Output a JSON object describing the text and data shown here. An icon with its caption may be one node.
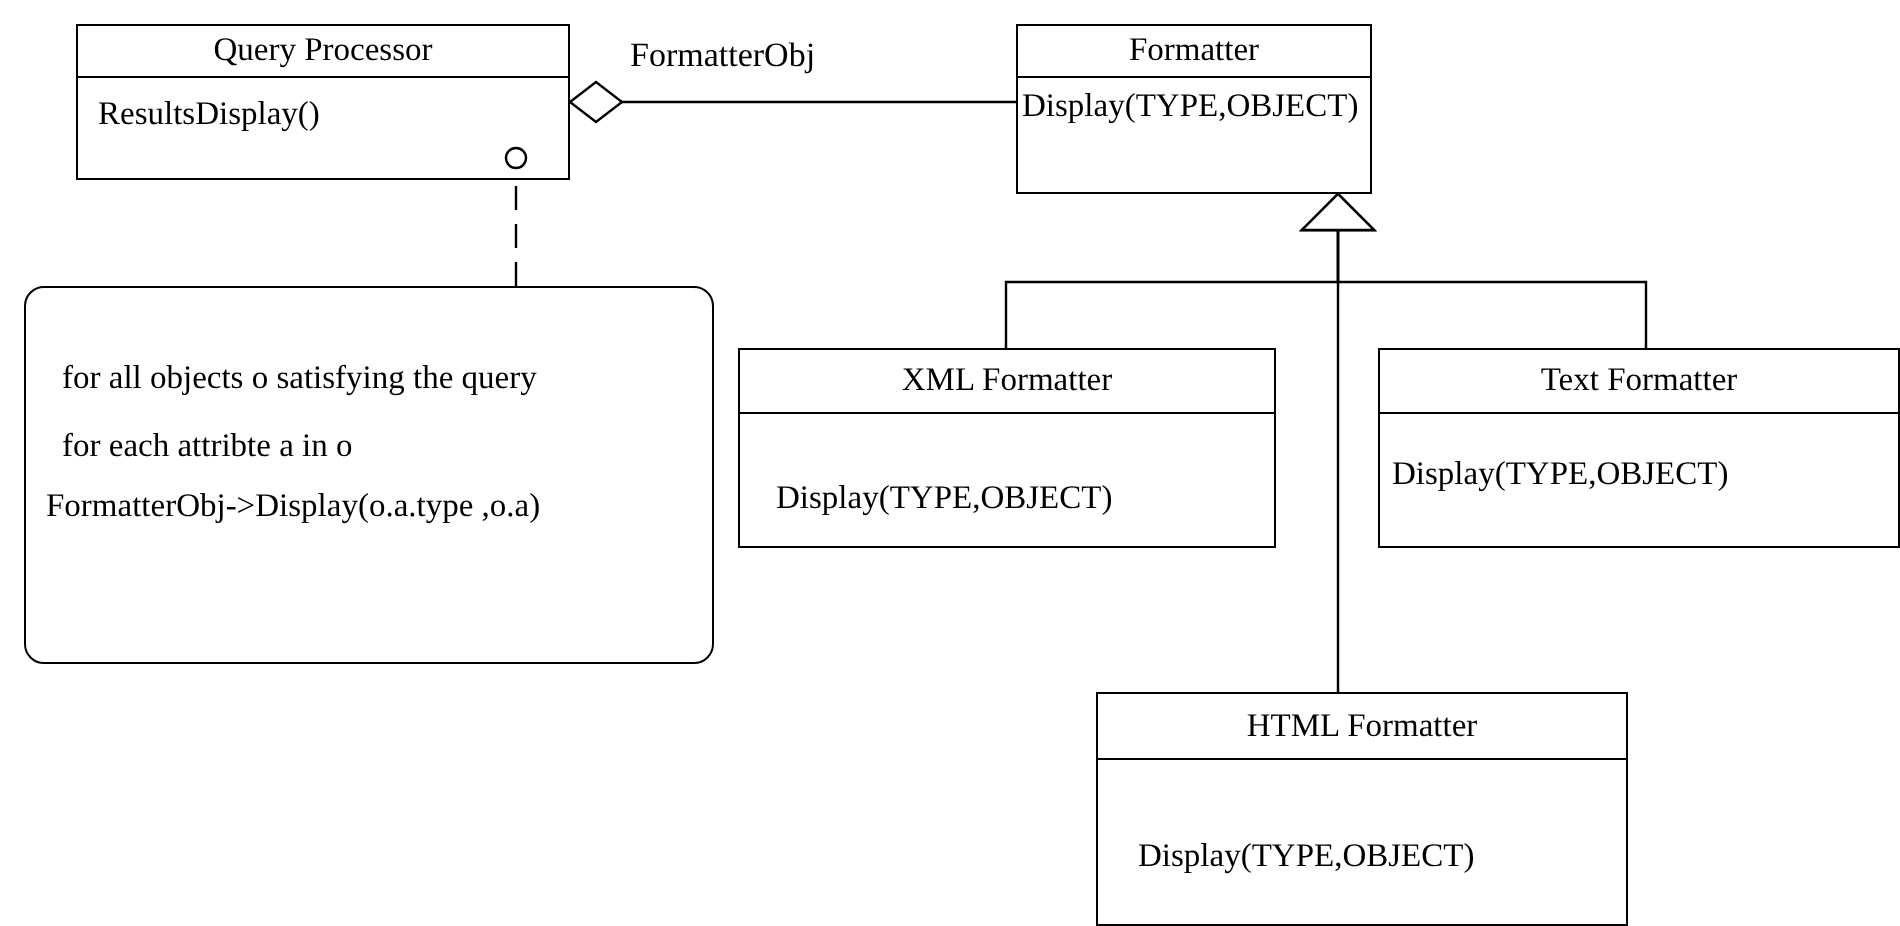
{
  "diagram": {
    "nodes": [
      {
        "text": [
          "Query Processor",
          "ResultsDisplay()"
        ]
      },
      {
        "text": [
          "Formatter",
          "Display(TYPE,OBJECT)"
        ]
      },
      {
        "text": [
          "for all objects o satisfying the query",
          "for each attribte a in o",
          "FormatterObj->Display(o.a.type ,o.a)"
        ]
      },
      {
        "text": [
          "XML Formatter",
          "Display(TYPE,OBJECT)"
        ]
      },
      {
        "text": [
          "Text Formatter",
          "Display(TYPE,OBJECT)"
        ]
      },
      {
        "text": [
          "HTML Formatter",
          "Display(TYPE,OBJECT)"
        ]
      }
    ],
    "edges": [
      {
        "from": 0,
        "to": 1,
        "arrow": "other",
        "label": "FormatterObj"
      },
      {
        "from": 2,
        "to": 0,
        "arrow": "other",
        "style": "dashed"
      },
      {
        "from": 3,
        "to": 1,
        "arrow": "to"
      },
      {
        "from": 4,
        "to": 1,
        "arrow": "to"
      },
      {
        "from": 5,
        "to": 1,
        "arrow": "to"
      }
    ]
  }
}
